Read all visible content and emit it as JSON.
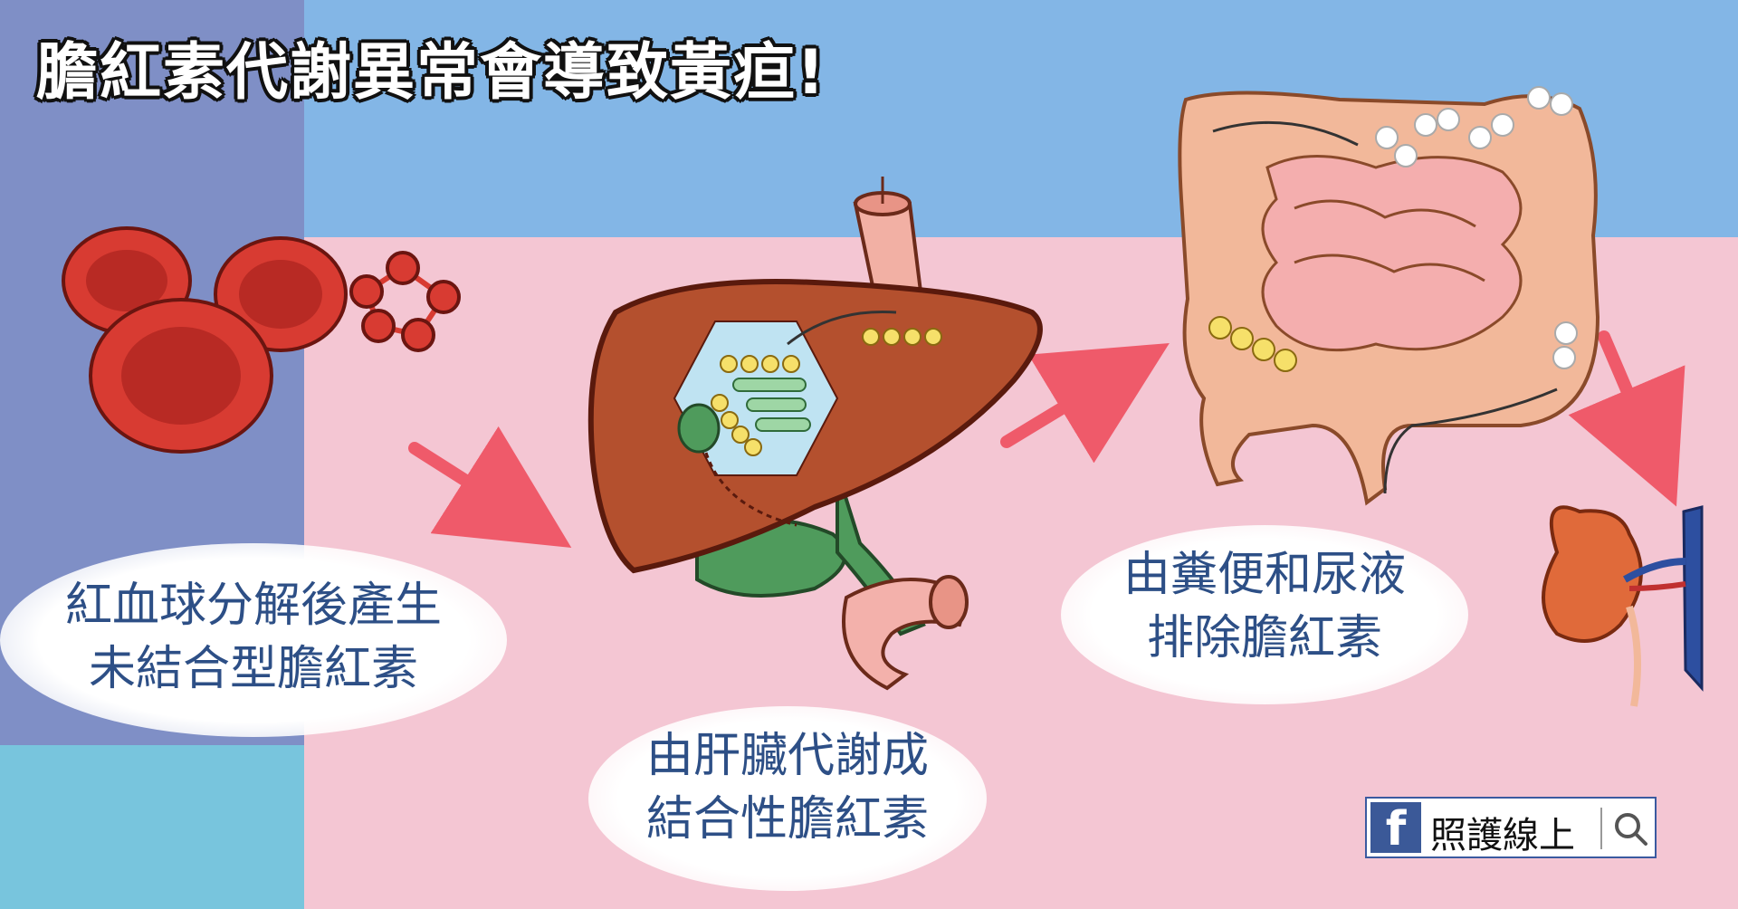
{
  "title": "膽紅素代謝異常會導致黃疸!",
  "steps": [
    {
      "line1": "紅血球分解後產生",
      "line2": "未結合型膽紅素"
    },
    {
      "line1": "由肝臟代謝成",
      "line2": "結合性膽紅素"
    },
    {
      "line1": "由糞便和尿液",
      "line2": "排除膽紅素"
    }
  ],
  "brand": {
    "name": "照護線上",
    "logo_letter": "f"
  },
  "icons": [
    "red-blood-cells",
    "bilirubin-molecule",
    "liver",
    "intestines",
    "kidney",
    "facebook-icon",
    "search-icon"
  ],
  "colors": {
    "arrow": "#ef5a6a",
    "caption_text": "#2d4f86",
    "liver": "#b4502e",
    "blood_cell": "#d83b32",
    "kidney": "#e06a3a",
    "gallbladder": "#4f9b5c",
    "bilirubin_dot": "#f6e06a"
  }
}
